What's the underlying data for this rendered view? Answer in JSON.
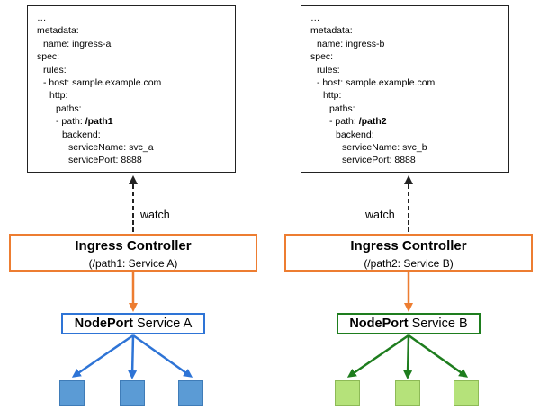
{
  "left": {
    "yaml": [
      {
        "indent": 0,
        "text": "…"
      },
      {
        "indent": 0,
        "text": "metadata:"
      },
      {
        "indent": 1,
        "text": "name: ingress-a"
      },
      {
        "indent": 0,
        "text": "spec:"
      },
      {
        "indent": 1,
        "text": "rules:"
      },
      {
        "indent": 1,
        "text": "- host: sample.example.com"
      },
      {
        "indent": 2,
        "text": "http:"
      },
      {
        "indent": 3,
        "text": "paths:"
      },
      {
        "indent": 3,
        "text": "- path: ",
        "bold": "/path1"
      },
      {
        "indent": 4,
        "text": "backend:"
      },
      {
        "indent": 5,
        "text": "serviceName: svc_a"
      },
      {
        "indent": 5,
        "text": "servicePort: 8888"
      }
    ],
    "watch_label": "watch",
    "controller_title": "Ingress Controller",
    "controller_route": "(/path1: Service A)",
    "service_bold": "NodePort",
    "service_rest": " Service A",
    "accent_color": "#2E74D6",
    "pod_color": "#5B9BD5"
  },
  "right": {
    "yaml": [
      {
        "indent": 0,
        "text": "…"
      },
      {
        "indent": 0,
        "text": "metadata:"
      },
      {
        "indent": 1,
        "text": "name: ingress-b"
      },
      {
        "indent": 0,
        "text": "spec:"
      },
      {
        "indent": 1,
        "text": "rules:"
      },
      {
        "indent": 1,
        "text": "- host: sample.example.com"
      },
      {
        "indent": 2,
        "text": "http:"
      },
      {
        "indent": 3,
        "text": "paths:"
      },
      {
        "indent": 3,
        "text": "- path: ",
        "bold": "/path2"
      },
      {
        "indent": 4,
        "text": "backend:"
      },
      {
        "indent": 5,
        "text": "serviceName: svc_b"
      },
      {
        "indent": 5,
        "text": "servicePort: 8888"
      }
    ],
    "watch_label": "watch",
    "controller_title": "Ingress Controller",
    "controller_route": "(/path2: Service B)",
    "service_bold": "NodePort",
    "service_rest": " Service B",
    "accent_color": "#1E7D1E",
    "pod_color": "#B5E27A"
  },
  "colors": {
    "controller_border": "#ED7D31",
    "controller_arrow": "#ED7D31",
    "watch_arrow": "#222222"
  }
}
